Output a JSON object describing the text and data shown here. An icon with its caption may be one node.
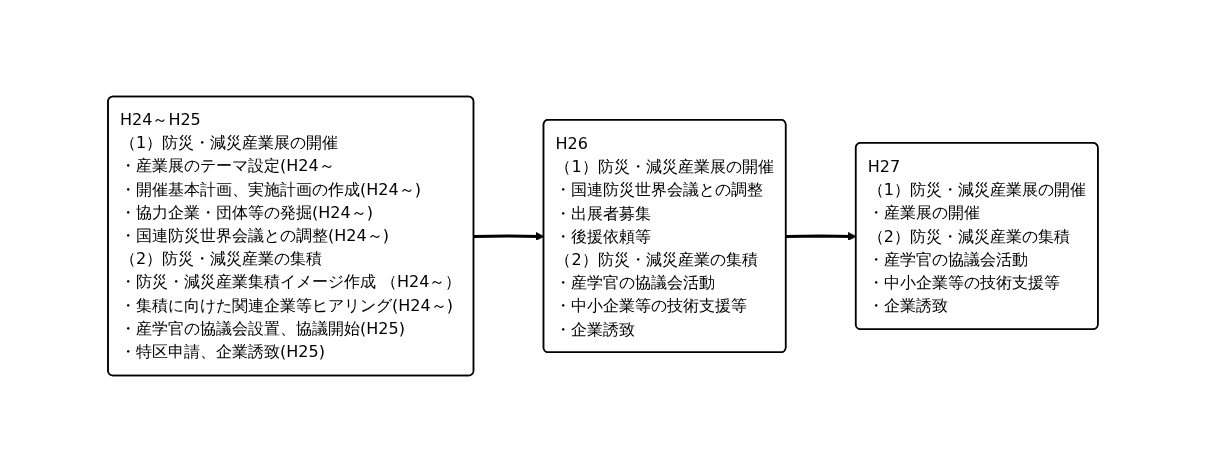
{
  "diagram": {
    "nodes": [
      {
        "text": [
          "H24～H25",
          "（1）防災・減災産業展の開催",
          "・産業展のテーマ設定(H24～",
          "・開催基本計画、実施計画の作成(H24～)",
          "・協力企業・団体等の発掘(H24～)",
          "・国連防災世界会議との調整(H24～)",
          "（2）防災・減災産業の集積",
          "・防災・減災産業集積イメージ作成 （H24～）",
          "・集積に向けた関連企業等ヒアリング(H24～)",
          "・産学官の協議会設置、協議開始(H25)",
          "・特区申請、企業誘致(H25)"
        ]
      },
      {
        "text": [
          "H26",
          "（1）防災・減災産業展の開催",
          "・国連防災世界会議との調整",
          "・出展者募集",
          "・後援依頼等",
          "（2）防災・減災産業の集積",
          "・産学官の協議会活動",
          "・中小企業等の技術支援等",
          "・企業誘致"
        ]
      },
      {
        "text": [
          "H27",
          "（1）防災・減災産業展の開催",
          "・産業展の開催",
          "（2）防災・減災産業の集積",
          "・産学官の協議会活動",
          "・中小企業等の技術支援等",
          "・企業誘致"
        ]
      }
    ],
    "edges": [
      {
        "from": 0,
        "to": 1,
        "arrow": "to"
      },
      {
        "from": 1,
        "to": 2,
        "arrow": "to"
      }
    ]
  }
}
